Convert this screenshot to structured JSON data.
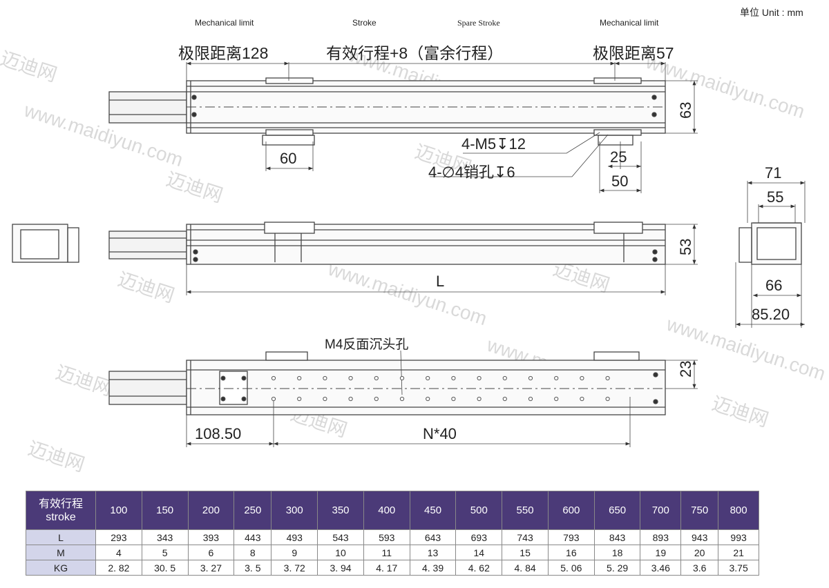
{
  "unit_label": "单位  Unit : mm",
  "top_labels": {
    "mech_limit_left": "Mechanical limit",
    "stroke": "Stroke",
    "spare_stroke": "Spare Stroke",
    "mech_limit_right": "Mechanical limit",
    "limit_left_cn": "极限距离128",
    "stroke_cn": "有效行程+8（富余行程）",
    "limit_right_cn": "极限距离57"
  },
  "dimensions": {
    "d63": "63",
    "d60": "60",
    "m5": "4-M5↧12",
    "pin": "4-∅4销孔↧6",
    "d25": "25",
    "d50": "50",
    "d71": "71",
    "d55": "55",
    "d53": "53",
    "L": "L",
    "d66": "66",
    "d85": "85.20",
    "m4": "M4反面沉头孔",
    "d23": "23",
    "d108": "108.50",
    "n40": "N*40"
  },
  "watermarks": [
    "迈迪网",
    "www.maidiyun.com"
  ],
  "table": {
    "header_cn": "有效行程",
    "header_en": "stroke",
    "strokes": [
      "100",
      "150",
      "200",
      "250",
      "300",
      "350",
      "400",
      "450",
      "500",
      "550",
      "600",
      "650",
      "700",
      "750",
      "800"
    ],
    "rows": [
      {
        "label": "L",
        "values": [
          "293",
          "343",
          "393",
          "443",
          "493",
          "543",
          "593",
          "643",
          "693",
          "743",
          "793",
          "843",
          "893",
          "943",
          "993"
        ]
      },
      {
        "label": "M",
        "values": [
          "4",
          "5",
          "6",
          "8",
          "9",
          "10",
          "11",
          "13",
          "14",
          "15",
          "16",
          "18",
          "19",
          "20",
          "21"
        ]
      },
      {
        "label": "KG",
        "values": [
          "2. 82",
          "30. 5",
          "3. 27",
          "3. 5",
          "3. 72",
          "3. 94",
          "4. 17",
          "4. 39",
          "4. 62",
          "4. 84",
          "5. 06",
          "5. 29",
          "3.46",
          "3.6",
          "3.75"
        ]
      }
    ]
  }
}
